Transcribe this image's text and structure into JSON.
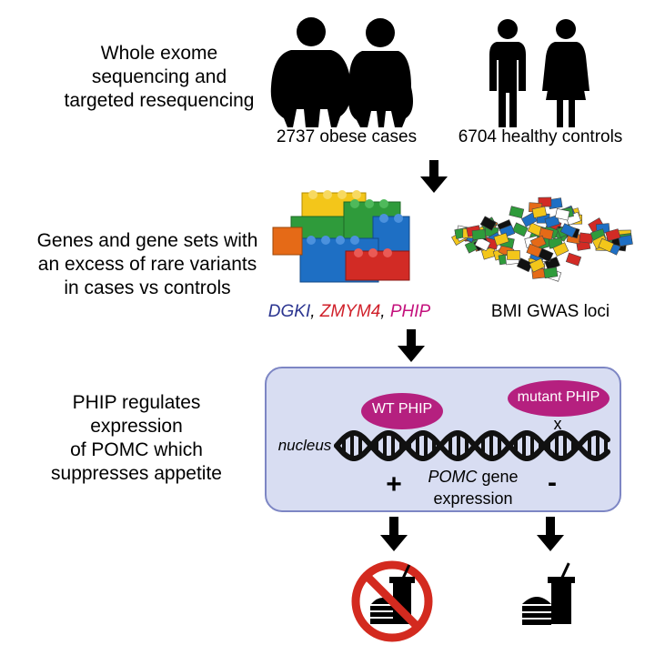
{
  "steps": {
    "step1": [
      "Whole exome",
      "sequencing and",
      "targeted resequencing"
    ],
    "step2": [
      "Genes and gene sets with",
      "an excess of rare variants",
      "in cases vs controls"
    ],
    "step3": [
      "PHIP regulates",
      "expression",
      "of POMC which",
      "suppresses appetite"
    ]
  },
  "groups": {
    "cases": "2737 obese cases",
    "controls": "6704 healthy controls"
  },
  "genes": {
    "gene1": "DGKI",
    "sep1": ", ",
    "gene2": "ZMYM4",
    "sep2": ", ",
    "gene3": "PHIP",
    "gwas": "BMI GWAS loci"
  },
  "nucleus": {
    "label": "nucleus",
    "wt": "WT PHIP",
    "mutant": "mutant PHIP",
    "mutation_mark": "x",
    "plus": "+",
    "minus": "-",
    "pomc": "POMC",
    "gene_word": " gene",
    "expression": "expression"
  },
  "colors": {
    "gene1": "#2b3590",
    "gene2": "#d0202a",
    "gene3": "#c4127d",
    "nucleus_fill": "#d8ddf2",
    "nucleus_stroke": "#7d86c4",
    "phip_oval": "#b5207f",
    "no_sign": "#d32a1f"
  },
  "icons": [
    "obese-person-icon",
    "healthy-person-icon",
    "lego-bricks-icon",
    "small-bricks-pile-icon",
    "dna-helix-icon",
    "arrow-down-icon",
    "food-icon",
    "no-food-sign-icon"
  ]
}
